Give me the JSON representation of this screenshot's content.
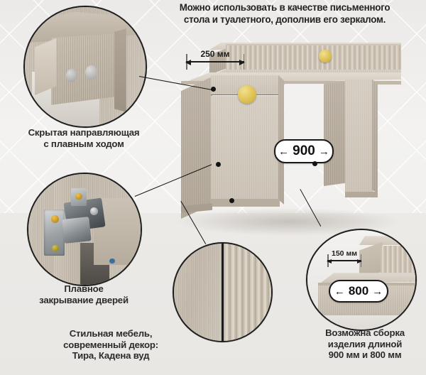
{
  "header": {
    "text": "Можно использовать в качестве письменного\nстола и туалетного, дополнив его зеркалом."
  },
  "dimensions": {
    "depth_top": "250 мм",
    "width_main": "900",
    "depth_bottom": "150 мм",
    "width_alt": "800",
    "arrow_left": "←",
    "arrow_right": "→"
  },
  "callouts": [
    {
      "id": "drawer-slide",
      "caption": "Скрытая направляющая\nс плавным ходом",
      "photo_name": "open-drawer-hidden-slide-photo"
    },
    {
      "id": "door-hinge",
      "caption": "Плавное\nзакрывание дверей",
      "photo_name": "cabinet-hinge-photo"
    },
    {
      "id": "decor",
      "caption": "Стильная мебель,\nсовременный декор:\nТира, Кадена вуд",
      "photo_name": "wood-decor-swatch-photo"
    },
    {
      "id": "assembly",
      "caption": "Возможна сборка\nизделия длиной\n900 мм и 800 мм",
      "photo_name": "desk-corner-dimension-photo"
    }
  ],
  "product": {
    "name": "vanity-writing-desk",
    "hutch_drawer_front": "fluted-panel",
    "cabinet_drawer_front": "smooth-panel",
    "cabinet_door_front": "smooth-panel",
    "handle_style": "semicircle-gold"
  },
  "colors": {
    "background": "#f0efed",
    "wood_light": "#d7cfc3",
    "wood_mid": "#c8bfb1",
    "wood_dark": "#b3a899",
    "handle_gold": "#e2c75d",
    "line_black": "#161616",
    "text": "#2b2b2b"
  }
}
